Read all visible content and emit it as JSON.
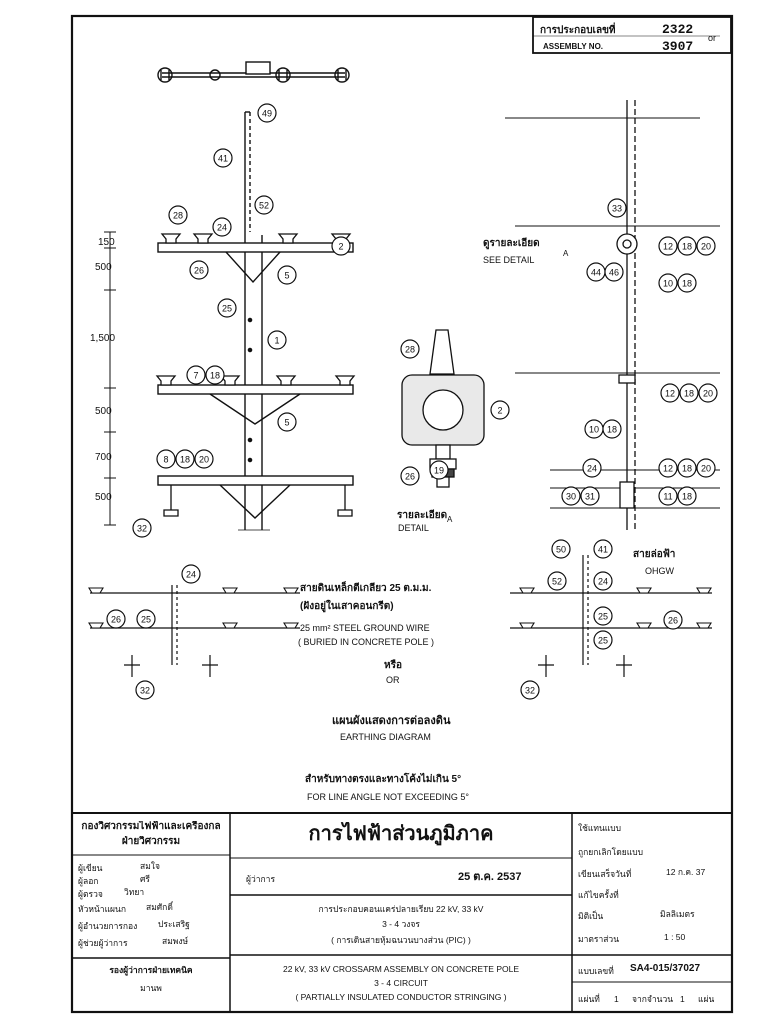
{
  "assembly": {
    "label_th": "การประกอบเลขที่",
    "label_en": "ASSEMBLY   NO.",
    "number_1": "2322",
    "or": "or",
    "number_2": "3907"
  },
  "callouts": [
    "49",
    "41",
    "52",
    "28",
    "24",
    "2",
    "26",
    "5",
    "25",
    "1",
    "7",
    "18",
    "5",
    "8",
    "18",
    "20",
    "32",
    "28",
    "2",
    "26",
    "19",
    "33",
    "12",
    "18",
    "20",
    "44",
    "46",
    "10",
    "18",
    "12",
    "18",
    "20",
    "10",
    "18",
    "24",
    "12",
    "18",
    "20",
    "30",
    "31",
    "11",
    "18",
    "50",
    "41",
    "52",
    "24",
    "24",
    "26",
    "25",
    "25",
    "26",
    "25",
    "32",
    "32"
  ],
  "dimensions": [
    "150",
    "500",
    "1,500",
    "500",
    "700",
    "500"
  ],
  "labels": {
    "see_detail_th": "ดูรายละเอียด",
    "see_detail_en": "SEE DETAIL",
    "see_detail_ref": "A",
    "detail_th": "รายละเอียด",
    "detail_en": "DETAIL",
    "detail_ref": "A",
    "ground_wire_th": "สายดินเหล็กตีเกลียว 25 ต.ม.ม.",
    "ground_wire_th2": "(ฝังอยู่ในเสาคอนกรีต)",
    "ground_wire_en": "25 mm² STEEL GROUND WIRE",
    "ground_wire_en2": "( BURIED  IN CONCRETE POLE )",
    "or_th": "หรือ",
    "or_en": "OR",
    "ohgw_th": "สายล่อฟ้า",
    "ohgw_en": "OHGW",
    "earthing_th": "แผนผังแสดงการต่อลงดิน",
    "earthing_en": "EARTHING   DIAGRAM",
    "angle_th": "สำหรับทางตรงและทางโค้งไม่เกิน 5°",
    "angle_en": "FOR LINE ANGLE NOT EXCEEDING  5°"
  },
  "title_block": {
    "dept_th": "กองวิศวกรรมไฟฟ้าและเครื่องกล",
    "dept_sub_th": "ฝ่ายวิศวกรรม",
    "org_th": "การไฟฟ้าส่วนภูมิภาค",
    "drawn_label": "ผู้เขียน",
    "drawn_value": "สมใจ",
    "traced_label": "ผู้ลอก",
    "traced_value": "ศรี",
    "checked_label": "ผู้ตรวจ",
    "checked_value": "วิทยา",
    "head_label": "หัวหน้าแผนก",
    "head_value": "สมศักดิ์",
    "director_label": "ผู้อำนวยการกอง",
    "director_value": "ประเสริฐ",
    "asst_label": "ผู้ช่วยผู้ว่าการ",
    "asst_value": "สมพงษ์",
    "deputy_label": "รองผู้ว่าการฝ่ายเทคนิค",
    "deputy_value": "มานพ",
    "governor_label": "ผู้ว่าการ",
    "date_value": "25 ต.ค. 2537",
    "title_th": "การประกอบคอนแคร่ปลายเรียบ 22 kV, 33 kV",
    "circuit_th": "3 - 4 วงจร",
    "note_th": "( การเดินสายหุ้มฉนวนบางส่วน (PIC) )",
    "title_en": "22 kV, 33 kV CROSSARM ASSEMBLY ON CONCRETE POLE",
    "circuit_en": "3 - 4 CIRCUIT",
    "note_en": "( PARTIALLY INSULATED CONDUCTOR STRINGING )",
    "replace_label": "ใช้แทนแบบ",
    "replaced_by_label": "ถูกยกเลิกโดยแบบ",
    "revised_label": "เขียนเสร็จวันที่",
    "revised_value": "12 ก.ค. 37",
    "edited_label": "แก้ไขครั้งที่",
    "unit_label": "มิติเป็น",
    "unit_value": "มิลลิเมตร",
    "scale_label": "มาตราส่วน",
    "scale_value": "1 : 50",
    "drawing_no_label": "แบบเลขที่",
    "drawing_no": "SA4-015/37027",
    "sheet_label": "แผ่นที่",
    "sheet_value": "1",
    "total_label": "จากจำนวน",
    "total_value": "1",
    "sheet_suffix": "แผ่น"
  }
}
